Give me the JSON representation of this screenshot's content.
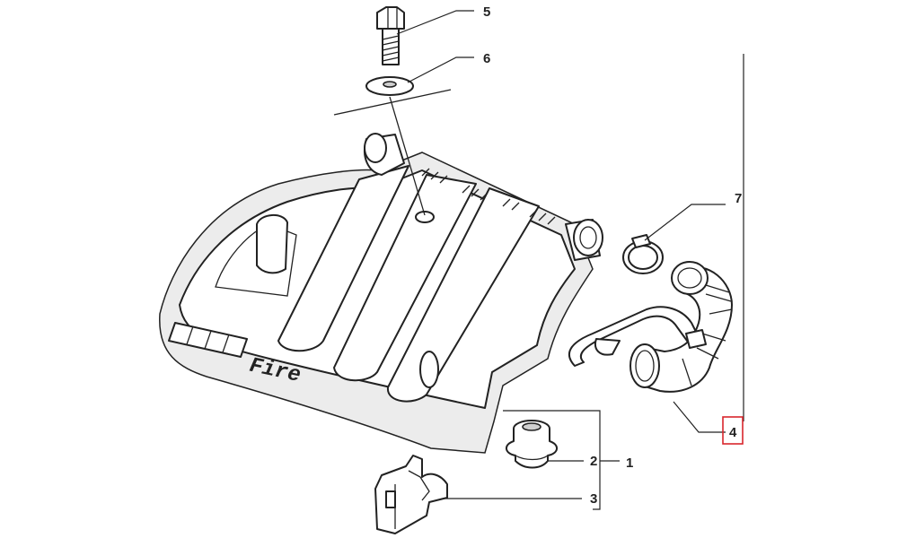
{
  "diagram": {
    "callouts": [
      {
        "id": "5",
        "label": "5"
      },
      {
        "id": "6",
        "label": "6"
      },
      {
        "id": "7",
        "label": "7"
      },
      {
        "id": "4",
        "label": "4",
        "highlighted": true
      },
      {
        "id": "2",
        "label": "2"
      },
      {
        "id": "1",
        "label": "1"
      },
      {
        "id": "3",
        "label": "3"
      }
    ],
    "cover_logo_text": "Fire",
    "colors": {
      "line": "#222222",
      "shade": "#cfcfcf",
      "highlight": "#d9262c",
      "background": "#ffffff"
    }
  }
}
